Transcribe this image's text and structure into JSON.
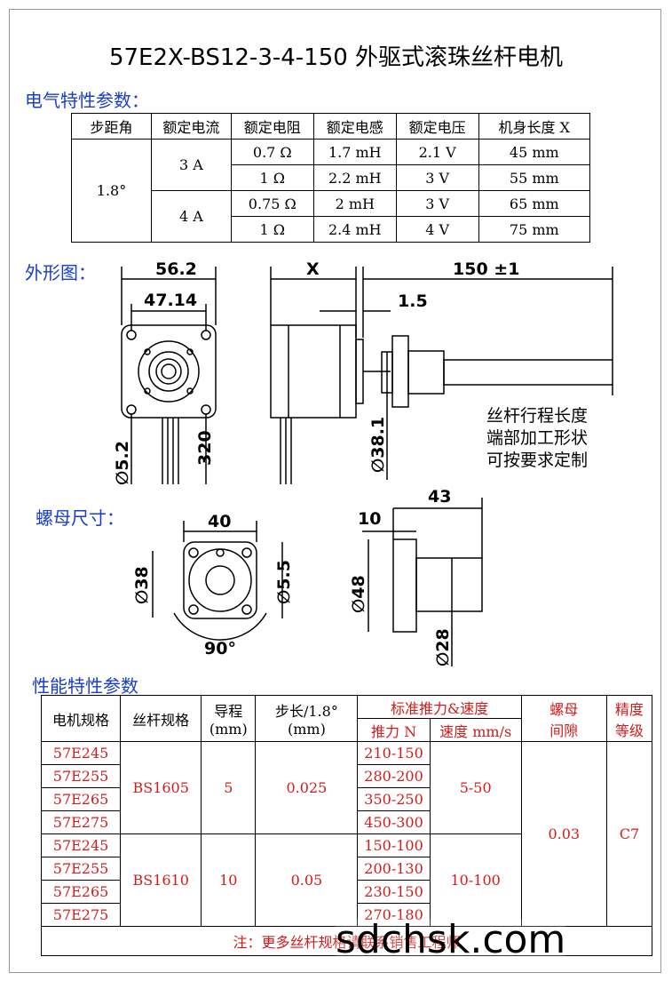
{
  "title": "57E2X-BS12-3-4-150 外驱式滚珠丝杆电机",
  "sections": {
    "electrical": "电气特性参数：",
    "outline": "外形图：",
    "nut": "螺母尺寸：",
    "performance": "性能特性参数"
  },
  "electrical_table": {
    "headers": [
      "步距角",
      "额定电流",
      "额定电阻",
      "额定电感",
      "额定电压",
      "机身长度 X"
    ],
    "step_angle": "1.8°",
    "currents": [
      "3 A",
      "4 A"
    ],
    "rows": [
      [
        "0.7 Ω",
        "1.7 mH",
        "2.1 V",
        "45 mm"
      ],
      [
        "1 Ω",
        "2.2 mH",
        "3 V",
        "55 mm"
      ],
      [
        "0.75 Ω",
        "2 mH",
        "3 V",
        "65 mm"
      ],
      [
        "1 Ω",
        "2.4 mH",
        "4 V",
        "75 mm"
      ]
    ]
  },
  "outline_dims": {
    "width": "56.2",
    "bolt": "47.14",
    "x": "X",
    "length": "150 ±1",
    "offset": "1.5",
    "hole": "∅5.2",
    "lead": "320",
    "boss": "∅38.1",
    "note_lines": [
      "丝杆行程长度",
      "端部加工形状",
      "可按要求定制"
    ]
  },
  "nut_dims": {
    "width": "40",
    "pcd": "∅38",
    "hole": "∅5.5",
    "angle": "90°",
    "flange_t": "10",
    "length": "43",
    "flange_d": "∅48",
    "body_d": "∅28"
  },
  "perf_table": {
    "headers": {
      "model": "电机规格",
      "screw": "丝杆规格",
      "lead": "导程",
      "lead_unit": "(mm)",
      "step": "步长/1.8°",
      "step_unit": "(mm)",
      "std": "标准推力&速度",
      "force": "推力 N",
      "speed": "速度 mm/s",
      "backlash": "螺母间隙",
      "backlash_l1": "螺母",
      "backlash_l2": "间隙",
      "grade_l1": "精度",
      "grade_l2": "等级"
    },
    "groups": [
      {
        "screw": "BS1605",
        "lead": "5",
        "step": "0.025",
        "speed": "5-50",
        "models": [
          "57E245",
          "57E255",
          "57E265",
          "57E275"
        ],
        "forces": [
          "210-150",
          "280-200",
          "350-250",
          "450-300"
        ]
      },
      {
        "screw": "BS1610",
        "lead": "10",
        "step": "0.05",
        "speed": "10-100",
        "models": [
          "57E245",
          "57E255",
          "57E265",
          "57E275"
        ],
        "forces": [
          "150-100",
          "200-130",
          "230-150",
          "270-180"
        ]
      }
    ],
    "backlash": "0.03",
    "grade": "C7",
    "note": "注：更多丝杆规格请联系销售工程师"
  },
  "watermark": "sdchsk.com",
  "colors": {
    "section": "#1a3dcc",
    "red": "#d21c1c"
  }
}
